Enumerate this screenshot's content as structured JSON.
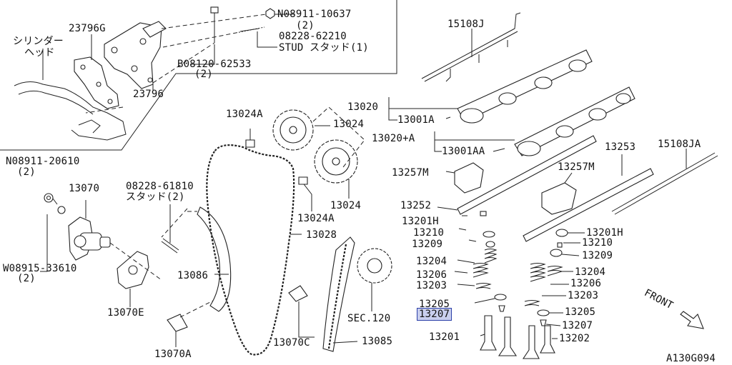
{
  "diagram_id": "A130G094",
  "front_label": "FRONT",
  "callouts": {
    "p_cylinder_head_1": "シリンダー",
    "p_cylinder_head_2": "ヘッド",
    "p_23796g": "23796G",
    "p_23796": "23796",
    "p_n08911_10637": "N08911-10637",
    "p_n08911_10637_qty": "(2)",
    "p_08228_62210": "08228-62210",
    "p_stud_1": "STUD スタッド(1)",
    "p_b08120_62533": "B08120-62533",
    "p_b08120_62533_qty": "(2)",
    "p_n08911_20610": "N08911-20610",
    "p_n08911_20610_qty": "(2)",
    "p_13070": "13070",
    "p_08228_61810": "08228-61810",
    "p_stud_2": "スタッド(2)",
    "p_w08915_33610": "W08915-33610",
    "p_w08915_33610_qty": "(2)",
    "p_13086": "13086",
    "p_13070e": "13070E",
    "p_13070a": "13070A",
    "p_13024a_top": "13024A",
    "p_13024_top": "13024",
    "p_13024_bottom": "13024",
    "p_13024a_bottom": "13024A",
    "p_13028": "13028",
    "p_13070c": "13070C",
    "p_13085": "13085",
    "p_sec120": "SEC.120",
    "p_15108j": "15108J",
    "p_13020": "13020",
    "p_13001a": "13001A",
    "p_13020_a": "13020+A",
    "p_13001aa": "13001AA",
    "p_13253": "13253",
    "p_15108ja": "15108JA",
    "p_13257m_left": "13257M",
    "p_13257m_right": "13257M",
    "p_13252": "13252",
    "p_13201h_left": "13201H",
    "p_13210_left": "13210",
    "p_13209_left": "13209",
    "p_13204_left": "13204",
    "p_13206_left": "13206",
    "p_13203_left": "13203",
    "p_13205_left": "13205",
    "p_13207_left": "13207",
    "p_13201": "13201",
    "p_13201h_right": "13201H",
    "p_13210_right": "13210",
    "p_13209_right": "13209",
    "p_13204_right": "13204",
    "p_13206_right": "13206",
    "p_13203_right": "13203",
    "p_13205_right": "13205",
    "p_13207_right": "13207",
    "p_13202": "13202"
  },
  "selected_part": "13207"
}
